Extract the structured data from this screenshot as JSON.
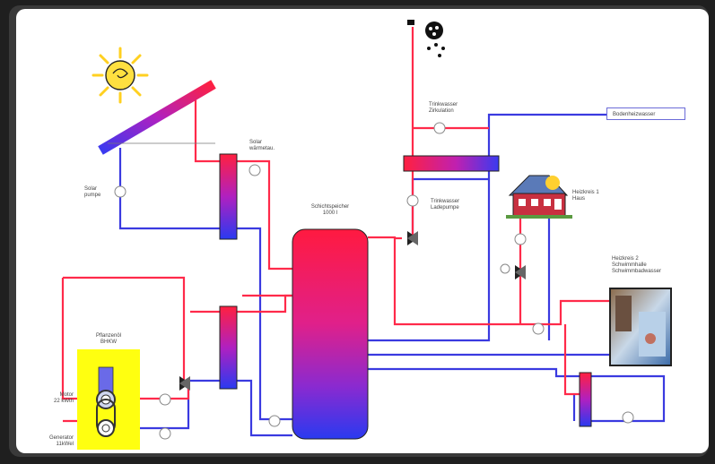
{
  "colors": {
    "frame": "#2a2a2a",
    "panel": "#ffffff",
    "hot": "#ff2a4a",
    "cold": "#3a3ae0",
    "generator_box": "#ffff10"
  },
  "labels": {
    "solar_pump": "Solar\npumpe",
    "solar_exchanger": "Solar\nwärmetau.",
    "storage": "Schichtspeicher\n1000 l",
    "dhw_circulation": "Trinkwasser\nZirkulation",
    "dhw_charge_pump": "Trinkwasser\nLadepumpe",
    "floor_heating": "Bodenheizwasser",
    "heating_circuit_1": "Heizkreis 1\nHaus",
    "heating_circuit_2": "Heizkreis 2\nSchwimmhalle\nSchwimmbadwasser",
    "plant_oil": "Pflanzenöl\nBHKW",
    "motor": "Motor\n22 kWth",
    "generator": "Generator\n11kWel"
  },
  "icons": [
    "sun-icon",
    "shower-icon",
    "house-icon",
    "pool-photo",
    "motor-icon",
    "generator-icon"
  ]
}
